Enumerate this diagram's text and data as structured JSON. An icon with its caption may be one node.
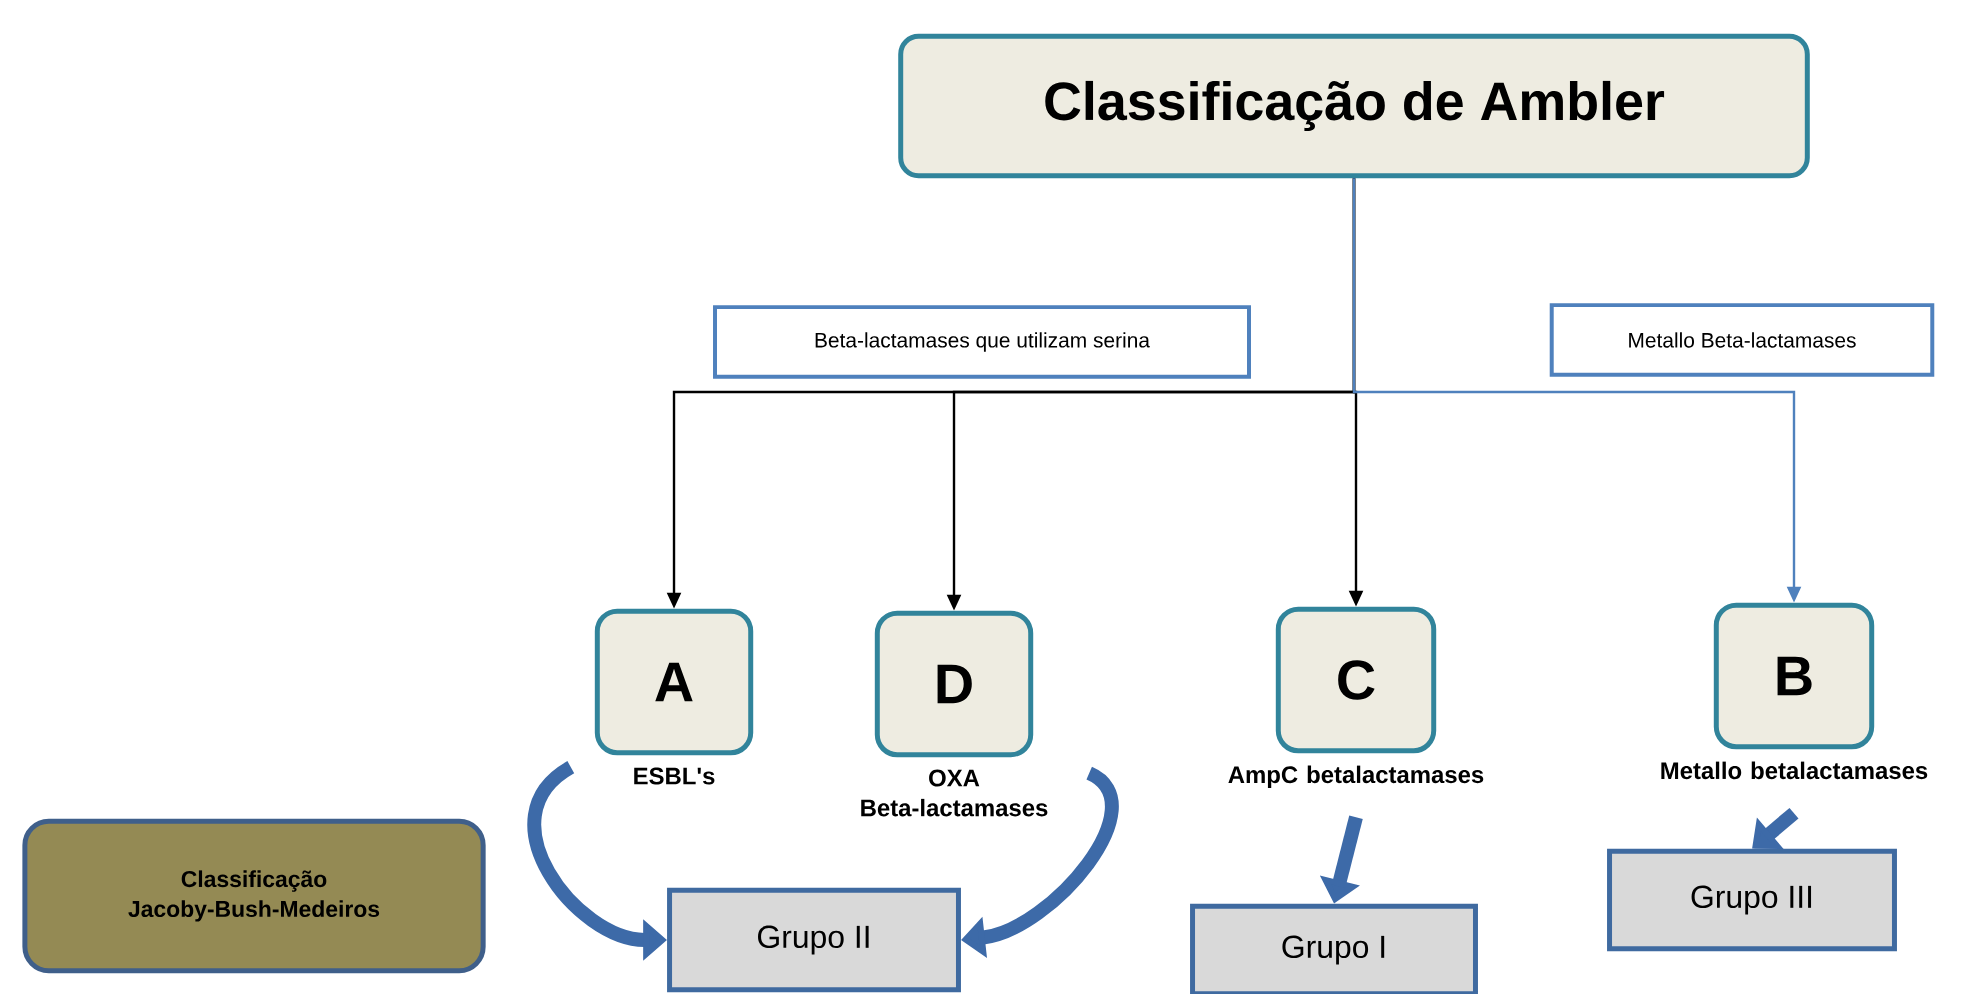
{
  "diagram": {
    "nodes": [
      {
        "text": [
          "Classificação de Ambler"
        ]
      },
      {
        "text": [
          "Beta-lactamases que utilizam serina"
        ]
      },
      {
        "text": [
          "Metallo Beta-lactamases"
        ]
      },
      {
        "text": [
          "A"
        ],
        "beside": [
          "ESBL's"
        ]
      },
      {
        "text": [
          "D"
        ],
        "beside": [
          "OXA Beta-lactamases"
        ]
      },
      {
        "text": [
          "C"
        ],
        "beside": [
          "AmpC betalactamases"
        ]
      },
      {
        "text": [
          "B"
        ],
        "beside": [
          "Metallo betalactamases"
        ]
      },
      {
        "text": [
          "Classificação Jacoby-Bush-Medeiros"
        ]
      },
      {
        "text": [
          "Grupo II"
        ]
      },
      {
        "text": [
          "Grupo I"
        ]
      },
      {
        "text": [
          "Grupo III"
        ]
      }
    ],
    "edges": [
      {
        "from": 0,
        "to": 3,
        "arrow": "to",
        "color": "#000000"
      },
      {
        "from": 0,
        "to": 4,
        "arrow": "to",
        "color": "#000000"
      },
      {
        "from": 0,
        "to": 5,
        "arrow": "to",
        "color": "#000000"
      },
      {
        "from": 0,
        "to": 6,
        "arrow": "to",
        "color": "#4f81bd"
      },
      {
        "from": 3,
        "to": 8,
        "arrow": "to",
        "style": "thick",
        "color": "#3d6aa8"
      },
      {
        "from": 4,
        "to": 8,
        "arrow": "to",
        "style": "thick",
        "color": "#3d6aa8"
      },
      {
        "from": 5,
        "to": 9,
        "arrow": "to",
        "style": "thick",
        "color": "#3d6aa8"
      },
      {
        "from": 6,
        "to": 10,
        "arrow": "to",
        "style": "thick",
        "color": "#3d6aa8"
      }
    ]
  }
}
